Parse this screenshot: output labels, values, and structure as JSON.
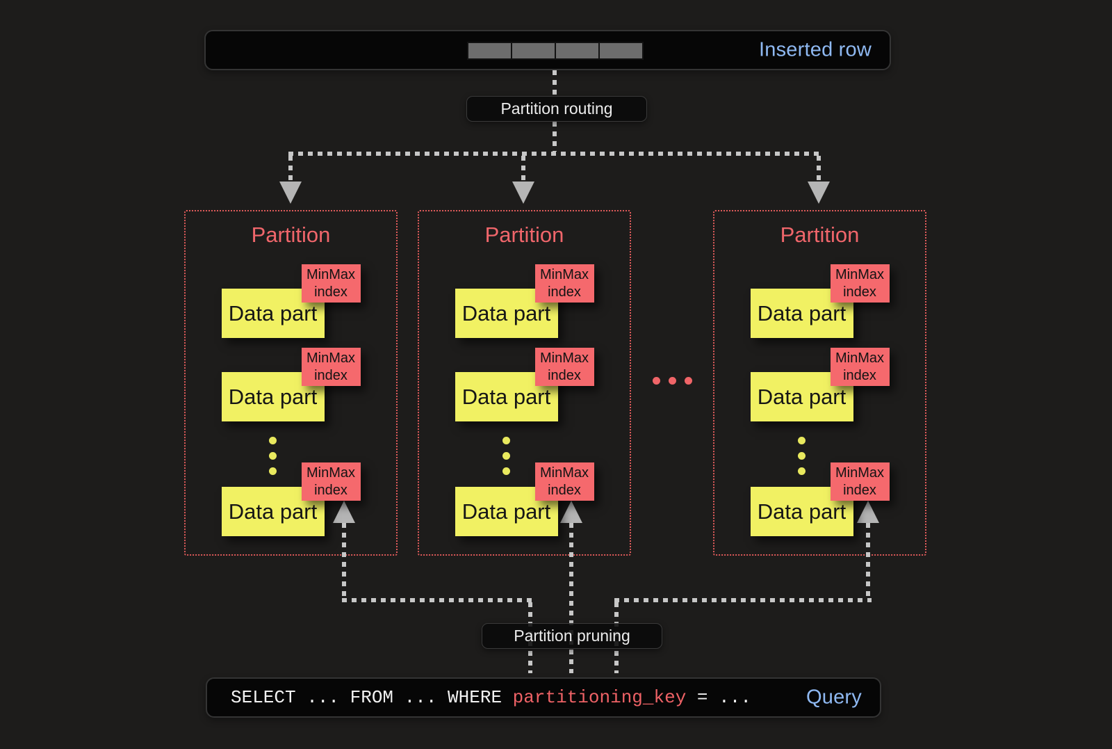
{
  "inserted_row": {
    "label": "Inserted row",
    "cell_count": 4
  },
  "flow": {
    "routing_label": "Partition routing",
    "pruning_label": "Partition pruning"
  },
  "partitions": [
    {
      "title": "Partition",
      "data_parts": [
        {
          "label": "Data part",
          "index_label": "MinMax index"
        },
        {
          "label": "Data part",
          "index_label": "MinMax index"
        },
        {
          "label": "Data part",
          "index_label": "MinMax index"
        }
      ]
    },
    {
      "title": "Partition",
      "data_parts": [
        {
          "label": "Data part",
          "index_label": "MinMax index"
        },
        {
          "label": "Data part",
          "index_label": "MinMax index"
        },
        {
          "label": "Data part",
          "index_label": "MinMax index"
        }
      ]
    },
    {
      "title": "Partition",
      "data_parts": [
        {
          "label": "Data part",
          "index_label": "MinMax index"
        },
        {
          "label": "Data part",
          "index_label": "MinMax index"
        },
        {
          "label": "Data part",
          "index_label": "MinMax index"
        }
      ]
    }
  ],
  "query": {
    "clause_before": "SELECT ... FROM ... WHERE ",
    "key": "partitioning_key",
    "clause_after": " = ...",
    "label": "Query"
  },
  "colors": {
    "background": "#1d1c1b",
    "bar_background": "#060606",
    "accent_blue": "#8fb9f2",
    "partition_border_red": "#e05b5b",
    "partition_title_red": "#f0666b",
    "minmax_red": "#f5696d",
    "datapart_yellow": "#f1f163",
    "connector_gray": "#c7c7c7",
    "query_key_red": "#ee6266",
    "row_cell_gray": "#6d6d6d"
  }
}
